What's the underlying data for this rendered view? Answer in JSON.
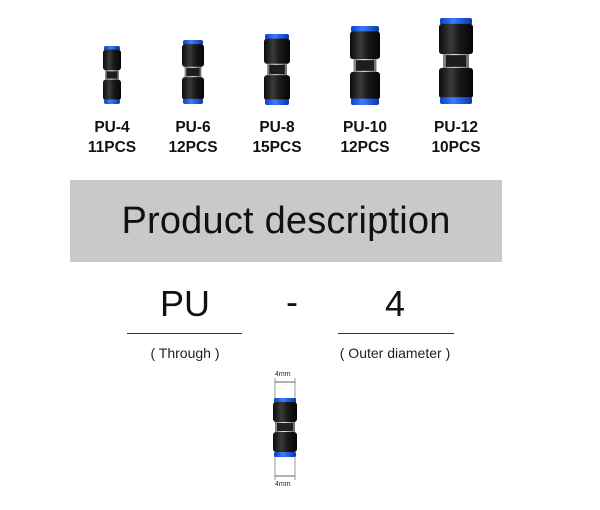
{
  "products": [
    {
      "model": "PU-4",
      "quantity": "11PCS"
    },
    {
      "model": "PU-6",
      "quantity": "12PCS"
    },
    {
      "model": "PU-8",
      "quantity": "15PCS"
    },
    {
      "model": "PU-10",
      "quantity": "12PCS"
    },
    {
      "model": "PU-12",
      "quantity": "10PCS"
    }
  ],
  "banner": {
    "title": "Product description"
  },
  "code": {
    "prefix": "PU",
    "separator": "-",
    "size": "4",
    "prefix_caption": "( Through )",
    "size_caption": "( Outer diameter )"
  },
  "diagram": {
    "top_dimension": "4mm",
    "bottom_dimension": "4mm"
  },
  "colors": {
    "ring": "#1f57e6",
    "body": "#1b1b1b",
    "banner": "#c9c9c9"
  }
}
